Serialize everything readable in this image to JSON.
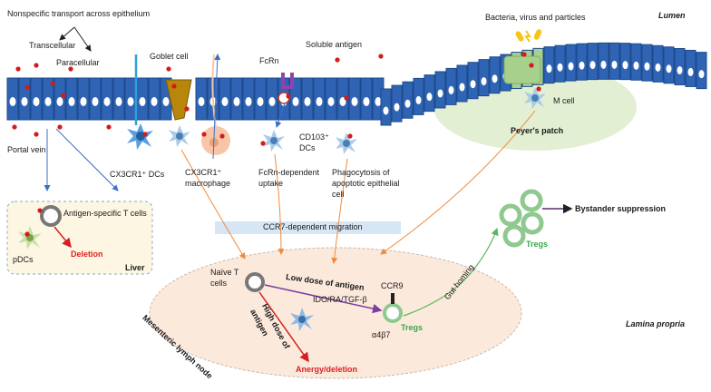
{
  "labels": {
    "nonspecific": "Nonspecific transport across epithelium",
    "transcellular": "Transcellular",
    "paracellular": "Paracellular",
    "goblet": "Goblet cell",
    "soluble_antigen": "Soluble antigen",
    "fcrn": "FcRn",
    "bacteria": "Bacteria, virus and particles",
    "lumen": "Lumen",
    "m_cell": "M cell",
    "peyers_patch": "Peyer's patch",
    "cx3cr1_dcs": "CX3CR1⁺ DCs",
    "cx3cr1_macro_1": "CX3CR1⁺",
    "cx3cr1_macro_2": "macrophage",
    "cd103_1": "CD103⁺",
    "cd103_2": "DCs",
    "fcrn_uptake_1": "FcRn-dependent",
    "fcrn_uptake_2": "uptake",
    "phago_1": "Phagocytosis of",
    "phago_2": "apoptotic epithelial",
    "phago_3": "cell",
    "portal_vein": "Portal vein",
    "antigen_specific_t": "Antigen-specific T cells",
    "deletion": "Deletion",
    "pdcs": "pDCs",
    "liver": "Liver",
    "ccr7": "CCR7-dependent migration",
    "naive_t_1": "Naïve T",
    "naive_t_2": "cells",
    "low_dose": "Low dose of antigen",
    "ido": "IDO/RA/TGF-β",
    "ccr9": "CCR9",
    "tregs": "Tregs",
    "a4b7": "α4β7",
    "gut_homing": "Gut homing",
    "high_dose_1": "High dose of",
    "high_dose_2": "antigen",
    "anergy": "Anergy/deletion",
    "mln": "Mesenteric lymph node",
    "tregs_top": "Tregs",
    "bystander": "Bystander suppression",
    "lamina_propria": "Lamina propria"
  },
  "colors": {
    "epithelium": "#2f64b5",
    "nucleus": "#ffffff",
    "antigen": "#d51a1a",
    "dc": "#6fa8dc",
    "treg": "#5cb85c",
    "liver_box": "#fdf6e3",
    "lymph_node": "#fbe9dc",
    "peyers": "#e3efd3",
    "arrow_orange": "#f08a3c",
    "arrow_blue": "#3a6fc9",
    "arrow_red": "#d42020",
    "arrow_purple": "#7a3fa0",
    "arrow_green": "#5cb85c"
  }
}
